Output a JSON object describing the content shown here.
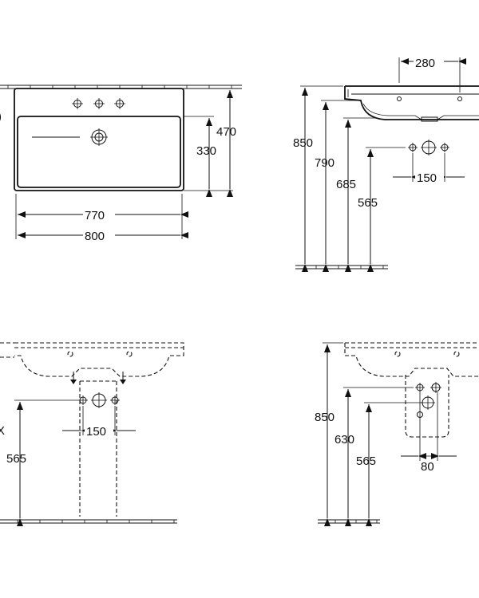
{
  "drawing": {
    "top_view": {
      "depth": "470",
      "bowl_depth": "330",
      "inner_width": "770",
      "outer_width": "800",
      "partial_left_label": ")"
    },
    "side_view": {
      "projection": "280",
      "height_rim": "850",
      "height_bottom": "790",
      "height_outlet": "685",
      "height_supply": "565",
      "supply_spacing": "150"
    },
    "front_pedestal_view": {
      "partial_left_label": "X",
      "supply_height": "565",
      "supply_spacing": "150"
    },
    "front_semipedestal_view": {
      "height_rim": "850",
      "height_outlet": "630",
      "height_supply": "565",
      "supply_spacing": "80"
    }
  }
}
